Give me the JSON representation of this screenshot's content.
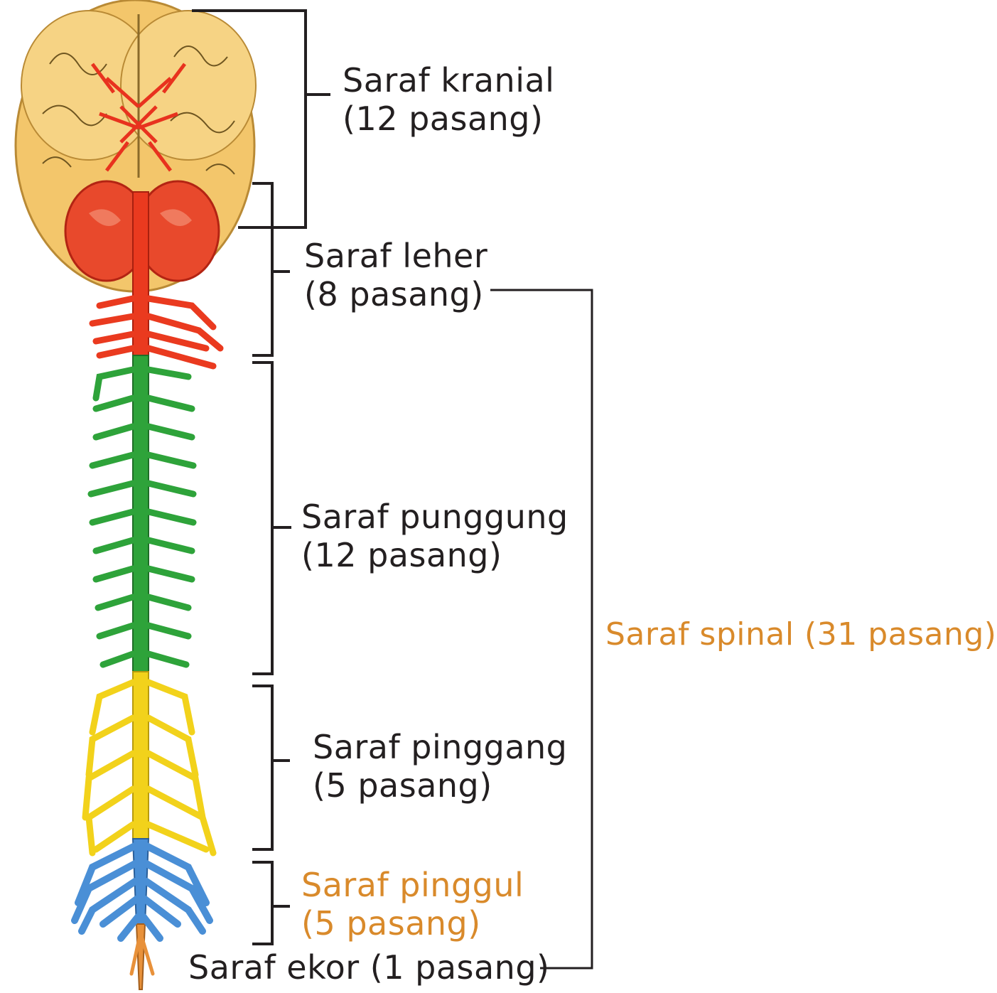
{
  "labels": {
    "kranial": {
      "line1": "Saraf kranial",
      "line2": "(12 pasang)"
    },
    "leher": {
      "line1": "Saraf leher",
      "line2": "(8 pasang)"
    },
    "punggung": {
      "line1": "Saraf punggung",
      "line2": "(12 pasang)"
    },
    "pinggang": {
      "line1": "Saraf pinggang",
      "line2": "(5 pasang)"
    },
    "pinggul": {
      "line1": "Saraf pinggul",
      "line2": "(5 pasang)"
    },
    "ekor": "Saraf ekor (1 pasang)",
    "spinal": "Saraf spinal (31 pasang)"
  },
  "colors": {
    "brain": "#f3c66b",
    "cranial_nerves": "#e8321e",
    "cervical": "#ea3a1f",
    "thoracic": "#2ea33a",
    "lumbar": "#f2d21b",
    "sacral": "#4a8fd6",
    "coccygeal": "#e8913a",
    "highlight_text": "#d98a2b",
    "text": "#231f20"
  }
}
